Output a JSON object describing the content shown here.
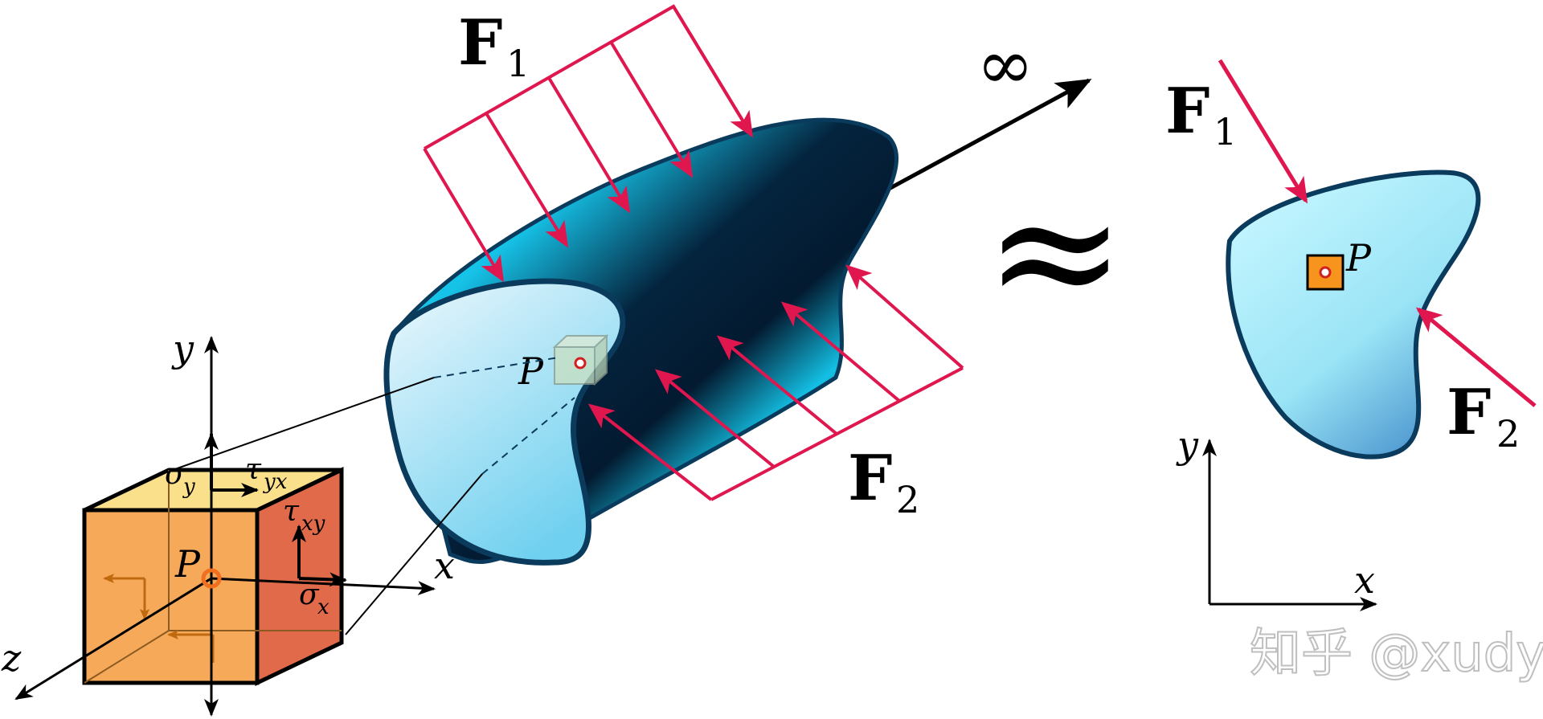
{
  "labels": {
    "F": "F",
    "sub1": "1",
    "sub2": "2",
    "infinity": "∞",
    "approx": "≈",
    "P": "P",
    "x": "x",
    "y": "y",
    "z": "z",
    "sigma": "σ",
    "tau": "τ",
    "sub_x": "x",
    "sub_y": "y",
    "sub_yx": "yx",
    "sub_xy": "xy"
  },
  "watermark": "知乎 @xudy",
  "colors": {
    "load": "#e0174f",
    "outline": "#0a3a5c",
    "cube_front": "#f7a95a",
    "cube_top": "#fbe08c",
    "cube_side": "#e06a4a",
    "point": "#f07020"
  }
}
